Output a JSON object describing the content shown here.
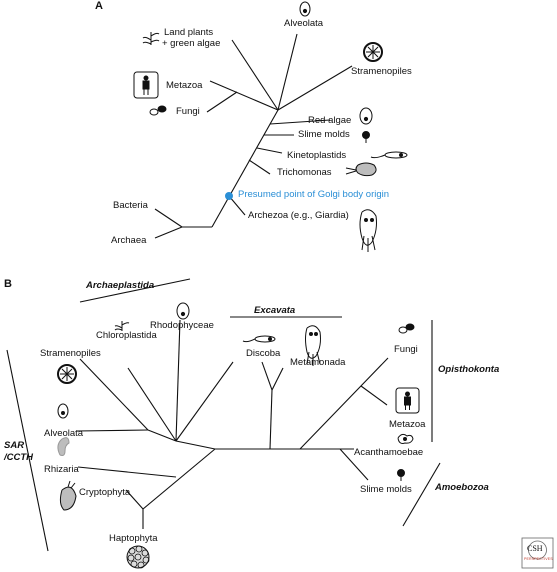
{
  "panel_a": {
    "letter": "A",
    "labels": {
      "alveolata": "Alveolata",
      "land_plants_1": "Land plants",
      "land_plants_2": "+ green algae",
      "stramenopiles": "Stramenopiles",
      "metazoa": "Metazoa",
      "fungi": "Fungi",
      "red_algae": "Red algae",
      "slime_molds": "Slime molds",
      "kinetoplastids": "Kinetoplastids",
      "trichomonas": "Trichomonas",
      "golgi_origin": "Presumed point of Golgi body origin",
      "bacteria": "Bacteria",
      "archaea": "Archaea",
      "archezoa": "Archezoa (e.g., Giardia)"
    }
  },
  "panel_b": {
    "letter": "B",
    "groups": {
      "archaeplastida": "Archaeplastida",
      "excavata": "Excavata",
      "opisthokonta": "Opisthokonta",
      "sar_1": "SAR",
      "sar_2": "/CCTH",
      "amoebozoa": "Amoebozoa"
    },
    "labels": {
      "rhodophyceae": "Rhodophyceae",
      "chloroplastida": "Chloroplastida",
      "stramenopiles": "Stramenopiles",
      "alveolata": "Alveolata",
      "rhizaria": "Rhizaria",
      "cryptophyta": "Cryptophyta",
      "haptophyta": "Haptophyta",
      "discoba": "Discoba",
      "metamonada": "Metamonada",
      "fungi": "Fungi",
      "metazoa": "Metazoa",
      "acanthamoebae": "Acanthamoebae",
      "slime_molds": "Slime molds"
    }
  },
  "watermark": {
    "line1": "CSH",
    "line2": "PERSPECTIVES"
  },
  "colors": {
    "line": "#111111",
    "accent": "#2b8fd6",
    "icon_fill": "#bdbdbd"
  }
}
